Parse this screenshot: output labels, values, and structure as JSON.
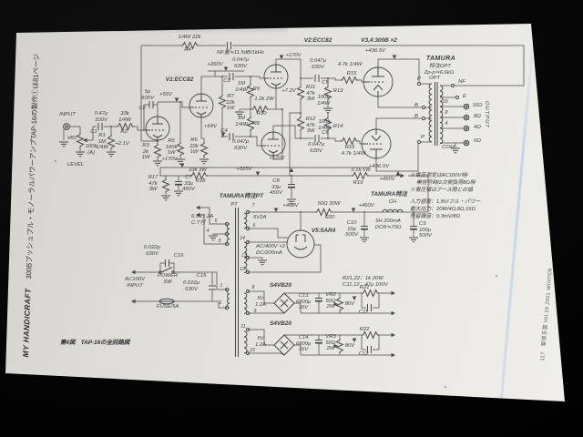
{
  "page": {
    "column_title": "MY HANDICRAFT",
    "article_title": "300Bプッシュプル・モノーラルパワーアンプTAP-16の製作①は81ページ",
    "figure_caption": "第4図　TAP-16の全回路図",
    "footer": "117　管球王国 Vol.19 2001 WINTER"
  },
  "schematic": {
    "tubes": {
      "v1": "V1:ECC82",
      "v2": "V2:ECC82",
      "v34": "V3,4:300B ×2",
      "v5": "V5:5AR4"
    },
    "io": {
      "input": "INPUT",
      "level": "LEVEL",
      "output": "OUTPUT",
      "ac_input": "AC100V\nINPUT",
      "power_sw": "POWER\nSW",
      "fuse": "FUSE/5A"
    },
    "feedback": {
      "note": "NF量≒11.5dB/1kHz"
    },
    "resistors": {
      "r1": "R1\n1M\n1/4W",
      "r2v": "33k\n1/4W",
      "r2": "R2",
      "r3": "R3\n2k\n1W",
      "r4v": "1/4W 22k",
      "r4": "R4",
      "r5": "R5\n100k\n1W",
      "r6": "R6\n22k\n1W",
      "r7": "R7\n22k\n1W",
      "r8v": "1M\n1/4W",
      "r8": "R8",
      "r9v": "1M\n1/4W",
      "r9": "R9",
      "r10v": "1.2k 2W",
      "r10": "R10",
      "r11": "R11\n47k\n3W",
      "r12": "R12\n47k\n3W",
      "r13v": "100k\n1/4W",
      "r13": "R13",
      "r14v": "100k\n1/4W",
      "r14": "R14",
      "r15v": "4.7k 1/4W",
      "r15": "R15",
      "r16": "R16",
      "r16v": "4.7k 1/4W",
      "r17": "R17\n47k\n3W",
      "r18v": "33k 3W",
      "r18": "R18",
      "r19v": "9.1k 5W",
      "r19": "R19",
      "r20v": "50Ω 30W",
      "r20": "R20",
      "r21": "R21",
      "r22": "R22",
      "vr1": "VR1",
      "vr1v": "100k\n(A)",
      "vr2": "VR2\n50Ω\n2W",
      "vr3": "VR3\n50Ω\n2W",
      "bias_note": "R21,22：1k 20W\nC11,12：47μ 100V"
    },
    "capacitors": {
      "c1v": "0.47μ\n100V",
      "c1": "C1",
      "c2v": "5p\n500V",
      "c2": "C2",
      "c3v": "0.047μ\n630V",
      "c3": "C3",
      "c4": "C4",
      "c4v": "0.047μ\n630V",
      "c5v": "0.047μ\n630V",
      "c5": "C5",
      "c6": "C6",
      "c6v": "0.047μ\n630V",
      "c7": "C7\n33μ\n450V",
      "c8": "C8\n33μ\n450V",
      "c9": "C9\n100μ\n500V",
      "c10": "C10\n10μ\n500V",
      "c11": "C11",
      "c12": "C12",
      "c13": "C13\n6800μ\n16V",
      "c14": "C14\n6800μ\n16V",
      "c15": "C15",
      "c15v": "0.022μ\n630V",
      "c16": "C16",
      "c16v": "0.022μ\n630V"
    },
    "voltages": {
      "vin": "+2.1V",
      "v55": "+55V",
      "v64": "+64V",
      "v260": "+260V",
      "v170a": "+170V",
      "v170b": "+170V",
      "v170c": "+170V",
      "v7_2": "+7.2V",
      "v325": "+325V",
      "v436a": "+436.5V",
      "v436b": "+436.5V",
      "v450": "+450V",
      "v460": "+460V",
      "v468": "+468V",
      "v80a": "80V",
      "v80b": "80V"
    },
    "opt": {
      "brand": "TAMURA",
      "type": "特注OPT",
      "impedance": "Zp-p≒6.6kΩ",
      "name": "OPT",
      "p_top": "P",
      "p_bottom": "P",
      "nf": "NF",
      "e": "E",
      "b1": "B",
      "b2": "B",
      "tap16": "16",
      "tap8": "8",
      "tap4": "4",
      "out16": "16Ω",
      "out8": "8Ω",
      "out4": "4Ω",
      "out0": "0Ω",
      "com": "COM"
    },
    "pt": {
      "title": "TAMURA特注PT",
      "name": "PT",
      "w_heater": "6.3V1.2A\nC.T付",
      "w_rect": "5V2A",
      "w_hv": "AC/400V ×2\nDC/200mA",
      "w_fil1": "5V\n1.2A",
      "w_fil2": "5V\n1.2A",
      "pins": {
        "p1": "1",
        "p2": "2",
        "p3": "3",
        "p4": "4",
        "p5": "5",
        "p6": "6",
        "p7": "7",
        "p8": "8",
        "p9": "9",
        "p10": "10",
        "p11": "11",
        "p12": "12",
        "p13": "13",
        "p14": "14"
      }
    },
    "choke": {
      "brand": "TAMURA特注",
      "name": "CH",
      "spec": "5H 200mA\nDCR≒70Ω"
    },
    "rectifiers": {
      "s1": "S4VB20",
      "s2": "S4VB20"
    },
    "notes": {
      "n1": "※電圧測定はAC100V時/",
      "n2": "無信号時/2次側負荷8Ω時",
      "n3": "※電圧値はアース間との値",
      "spec1": "入力感度：1.8V/フル・パワー",
      "spec2": "最大出力：20W/4Ω,8Ω,16Ω",
      "spec3": "残留雑音：0.3mV/8Ω"
    }
  }
}
